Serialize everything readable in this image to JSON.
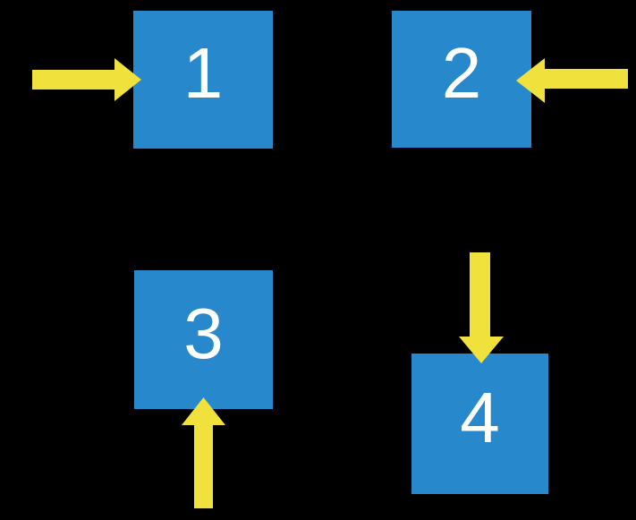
{
  "background_color": "#000000",
  "colors": {
    "box_fill": "#2789cb",
    "arrow_fill": "#f1e13c",
    "label_text": "#ffffff"
  },
  "diagram": {
    "description": "Four numbered squares, each with an arrow pointing into it",
    "boxes": [
      {
        "label": "1",
        "position": "top-left",
        "arrow_direction": "pointing-right-from-left"
      },
      {
        "label": "2",
        "position": "top-right",
        "arrow_direction": "pointing-left-from-right"
      },
      {
        "label": "3",
        "position": "bottom-left",
        "arrow_direction": "pointing-up-from-below"
      },
      {
        "label": "4",
        "position": "bottom-right",
        "arrow_direction": "pointing-down-from-above"
      }
    ]
  }
}
